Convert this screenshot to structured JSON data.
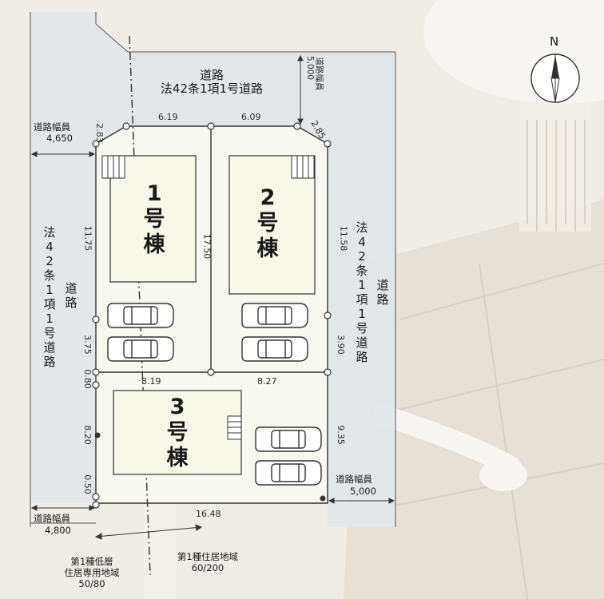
{
  "compass": {
    "label": "N"
  },
  "houses": [
    {
      "id": "1",
      "line1": "1",
      "line2": "号",
      "line3": "棟"
    },
    {
      "id": "2",
      "line1": "2",
      "line2": "号",
      "line3": "棟"
    },
    {
      "id": "3",
      "line1": "3",
      "line2": "号",
      "line3": "棟"
    }
  ],
  "roads": {
    "top_line1": "道路",
    "top_line2": "法42条1項1号道路",
    "top_right_width_label": "道路幅員",
    "top_right_width_value": "5,000",
    "top_left_width_label": "道路幅員",
    "top_left_width_value": "4,650",
    "left_vertical_a": "法42条1項1号道路",
    "left_vertical_b": "道路",
    "right_vertical_a": "法42条1項1号道路",
    "right_vertical_b": "道路",
    "bottom_left_width_label": "道路幅員",
    "bottom_left_width_value": "4,800",
    "bottom_right_width_label": "道路幅員",
    "bottom_right_width_value": "5,000"
  },
  "dimensions": {
    "top_a": "6.19",
    "top_b": "6.09",
    "corner_left": "2.83",
    "corner_right": "2.85",
    "left_upper": "11.75",
    "mid_divider": "17.50",
    "right_upper": "11.58",
    "left_lower": "3.75",
    "right_lower": "3.90",
    "left_gap": "0.80",
    "mid_a": "8.19",
    "mid_b": "8.27",
    "left_lot3": "8.20",
    "right_lot3": "9.35",
    "left_bottom": "0.50",
    "bottom": "16.48"
  },
  "zones": {
    "left_line1": "第1種低層",
    "left_line2": "住居専用地域",
    "left_line3": "50/80",
    "right_line1": "第1種住居地域",
    "right_line2": "60/200"
  }
}
